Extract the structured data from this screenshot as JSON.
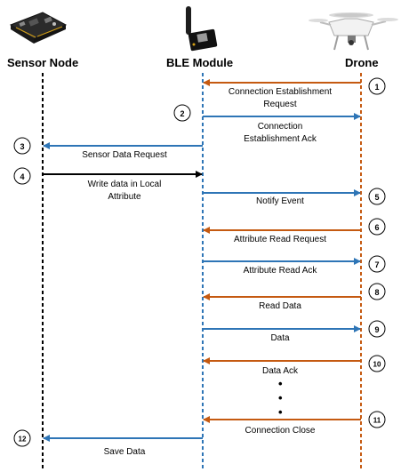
{
  "actors": {
    "sensor_node": "Sensor Node",
    "ble_module": "BLE Module",
    "drone": "Drone"
  },
  "colors": {
    "drone_to_ble": "#c55a11",
    "ble_to_drone": "#2e75b6",
    "ble_to_sensor": "#2e75b6",
    "sensor_to_ble": "#000000",
    "sensor_lifeline": "#000000",
    "ble_lifeline": "#2e75b6",
    "drone_lifeline": "#c55a11"
  },
  "steps": [
    {
      "num": "1",
      "label_line1": "Connection Establishment",
      "label_line2": "Request"
    },
    {
      "num": "2",
      "label_line1": "Connection",
      "label_line2": "Establishment Ack"
    },
    {
      "num": "3",
      "label": "Sensor Data Request"
    },
    {
      "num": "4",
      "label_line1": "Write data in Local",
      "label_line2": "Attribute"
    },
    {
      "num": "5",
      "label": "Notify Event"
    },
    {
      "num": "6",
      "label": "Attribute Read Request"
    },
    {
      "num": "7",
      "label": "Attribute Read Ack"
    },
    {
      "num": "8",
      "label": "Read Data"
    },
    {
      "num": "9",
      "label": "Data"
    },
    {
      "num": "10",
      "label": "Data Ack"
    },
    {
      "num": "11",
      "label": "Connection Close"
    },
    {
      "num": "12",
      "label": "Save Data"
    }
  ]
}
